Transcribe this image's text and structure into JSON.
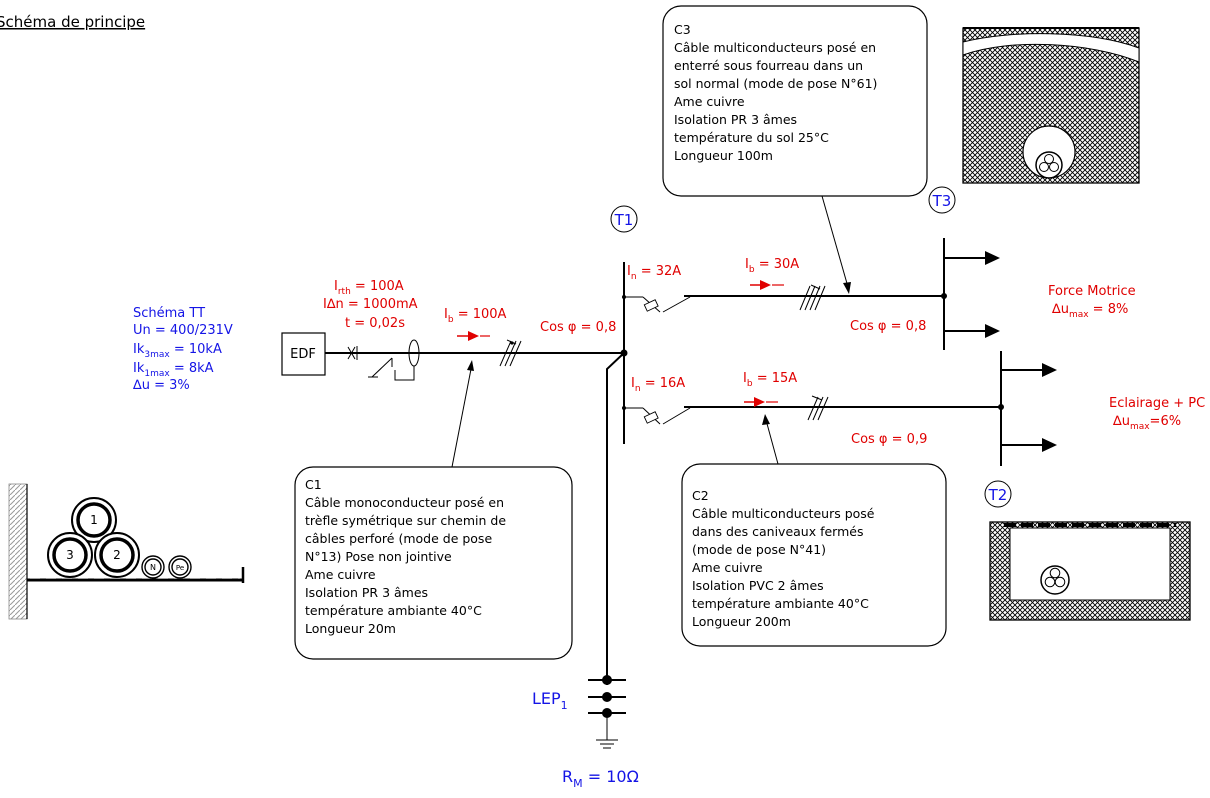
{
  "title": "Schéma de principe",
  "source": {
    "scheme_title": "Schéma TT",
    "un": "Un = 400/231V",
    "ik3_main": "Ik",
    "ik3_sub": "3max",
    "ik3_val": " = 10kA",
    "ik1_main": "Ik",
    "ik1_sub": "1max",
    "ik1_val": " = 8kA",
    "du": "∆u = 3%",
    "edf": "EDF"
  },
  "protection": {
    "irth_main": "I",
    "irth_sub": "rth",
    "irth_val": " = 100A",
    "idn": "I∆n = 1000mA",
    "t": "t = 0,02s",
    "ib_main": "I",
    "ib_sub": "b",
    "ib_val": " = 100A",
    "cos_main": "Cos φ = 0,8"
  },
  "panels": {
    "t1": "T1",
    "t2": "T2",
    "t3": "T3"
  },
  "branch_force": {
    "in_main": "I",
    "in_sub": "n",
    "in_val": " = 32A",
    "ib_main": "I",
    "ib_sub": "b",
    "ib_val": " = 30A",
    "cos": "Cos φ = 0,8",
    "load": "Force Motrice",
    "du_main": "∆u",
    "du_sub": "max",
    "du_val": " = 8%"
  },
  "branch_light": {
    "in_main": "I",
    "in_sub": "n",
    "in_val": " = 16A",
    "ib_main": "I",
    "ib_sub": "b",
    "ib_val": " = 15A",
    "cos": "Cos φ = 0,9",
    "load": "Eclairage + PC",
    "du_main": "∆u",
    "du_sub": "max",
    "du_val": "=6%"
  },
  "earth": {
    "lep_main": "LEP",
    "lep_sub": "1",
    "rm_main": "R",
    "rm_sub": "M",
    "rm_val": " = 10Ω"
  },
  "callouts": {
    "c1": [
      "C1",
      "Câble monoconducteur posé en",
      "trèfle symétrique sur chemin de",
      "câbles perforé (mode de pose",
      "N°13) Pose non jointive",
      "Ame cuivre",
      "Isolation PR 3 âmes",
      "température ambiante 40°C",
      "Longueur 20m"
    ],
    "c2": [
      "C2",
      "Câble multiconducteurs posé",
      "dans des caniveaux fermés",
      "(mode de pose N°41)",
      "Ame cuivre",
      "Isolation PVC 2 âmes",
      "température ambiante 40°C",
      "Longueur 200m"
    ],
    "c3": [
      "C3",
      "Câble multiconducteurs posé en",
      "enterré sous fourreau dans un",
      "sol normal (mode de pose N°61)",
      "Ame cuivre",
      "Isolation PR 3 âmes",
      "température du sol 25°C",
      "Longueur 100m"
    ]
  },
  "tray": {
    "c1": "1",
    "c2": "2",
    "c3": "3",
    "n": "N",
    "pe": "Pe"
  },
  "colors": {
    "red": "#e00000",
    "blue": "#1515e6"
  }
}
